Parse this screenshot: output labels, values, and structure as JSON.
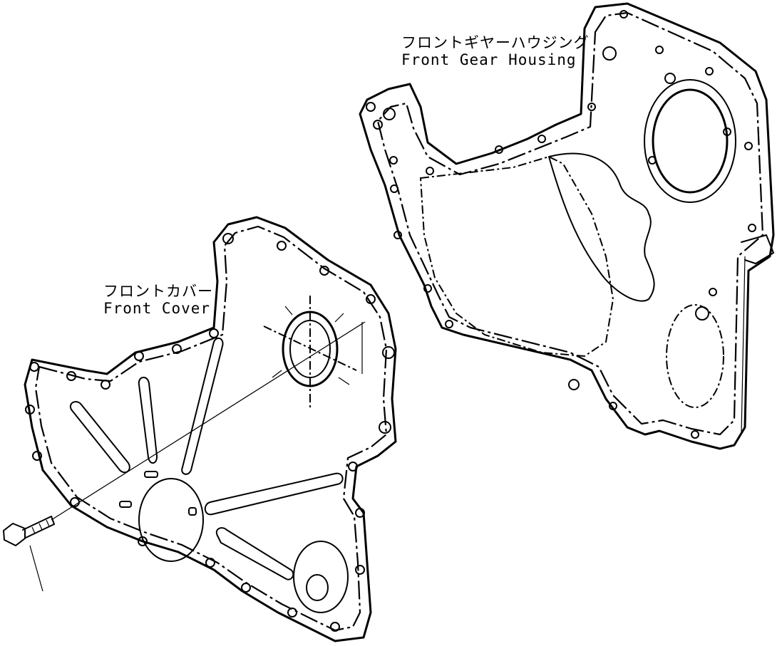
{
  "labels": {
    "front_gear_housing_jp": "フロントギヤーハウジング",
    "front_gear_housing_en": "Front Gear Housing",
    "front_cover_jp": "フロントカバー",
    "front_cover_en": "Front Cover"
  }
}
